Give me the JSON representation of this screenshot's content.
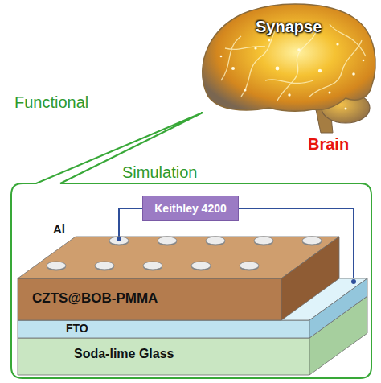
{
  "diagram": {
    "nodes": [
      {
        "text": [
          "Keithley 4200"
        ]
      },
      {
        "text": [
          "CZTS@BOB-PMMA"
        ]
      },
      {
        "text": [
          "FTO"
        ]
      },
      {
        "text": [
          "Soda-lime Glass"
        ]
      }
    ],
    "edges": [
      {
        "from": 0,
        "to": 1,
        "arrow": "none"
      },
      {
        "from": 0,
        "to": 2,
        "arrow": "none"
      }
    ],
    "labels": [
      "Synapse",
      "Brain",
      "Functional",
      "Simulation",
      "Al"
    ]
  }
}
